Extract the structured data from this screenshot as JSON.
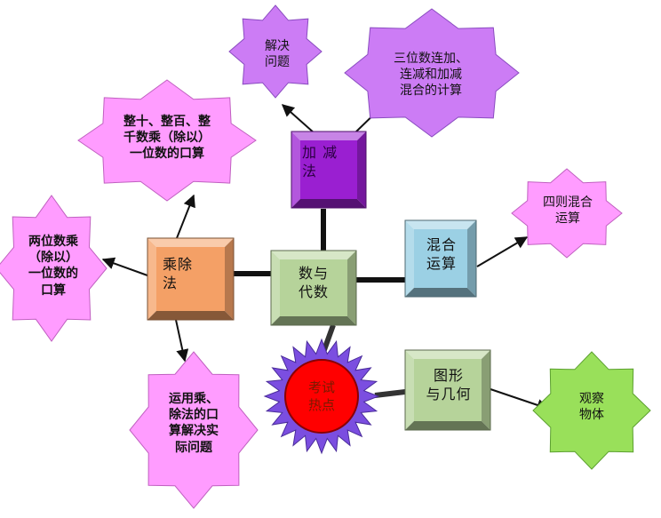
{
  "center": {
    "label": "数与\n代数",
    "color": "#b6d39a"
  },
  "hot": {
    "label": "考试\n热点",
    "color": "#ff0000",
    "ring": "#7b4ee0"
  },
  "boxes": {
    "jia_jian": {
      "label": "加 减\n法",
      "color": "#9a1fd1"
    },
    "cheng_chu": {
      "label": "乘除\n法",
      "color": "#f4a066"
    },
    "hun_he": {
      "label": "混合\n运算",
      "color": "#9bd0e4"
    },
    "tu_xing": {
      "label": "图形\n与几何",
      "color": "#b6d39a"
    }
  },
  "stars": {
    "jie_jue": {
      "label": "解决\n问题",
      "color": "#cc7cf5"
    },
    "san_wei": {
      "label": "三位数连加、\n连减和加减\n混合的计算",
      "color": "#cc7cf5"
    },
    "zheng_shi": {
      "label": "整十、整百、整\n千数乘（除以）\n一位数的口算",
      "color": "#ff9cff"
    },
    "si_ze": {
      "label": "四则混合\n运算",
      "color": "#ff9cff"
    },
    "liang_wei": {
      "label": "两位数乘\n（除以）\n一位数的\n口算",
      "color": "#ff9cff"
    },
    "yun_yong": {
      "label": "运用乘、\n除法的口\n算解决实\n际问题",
      "color": "#ff9cff"
    },
    "guan_cha": {
      "label": "观察\n物体",
      "color": "#99e05a"
    }
  }
}
